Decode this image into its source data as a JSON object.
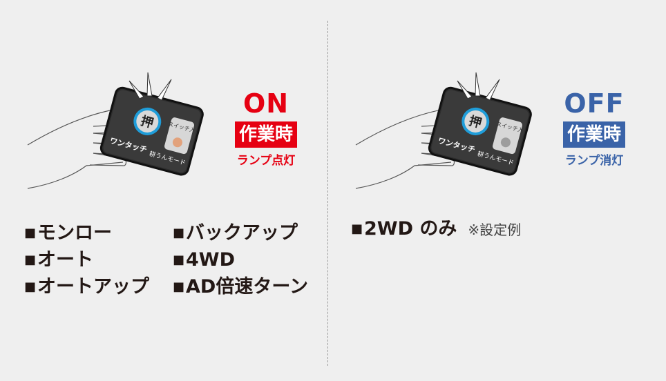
{
  "left": {
    "state": "ON",
    "mode_label": "作業時",
    "lamp_text": "ランプ点灯",
    "accent": "#e60012",
    "switch": {
      "push_char": "押",
      "indicator_text": "スイッチ入",
      "brand_text": "ワンタッチ",
      "mode_text": "耕うんモード",
      "lamp_color": "#e2a27c"
    },
    "modes_col1": [
      "モンロー",
      "オート",
      "オートアップ"
    ],
    "modes_col2": [
      "バックアップ",
      "4WD",
      "AD倍速ターン"
    ]
  },
  "right": {
    "state": "OFF",
    "mode_label": "作業時",
    "lamp_text": "ランプ消灯",
    "accent": "#3a63a8",
    "switch": {
      "push_char": "押",
      "indicator_text": "スイッチ入",
      "brand_text": "ワンタッチ",
      "mode_text": "耕うんモード",
      "lamp_color": "#9d9d9d"
    },
    "modes": [
      "2WD のみ"
    ],
    "note": "※設定例"
  },
  "bullet_char": "■"
}
